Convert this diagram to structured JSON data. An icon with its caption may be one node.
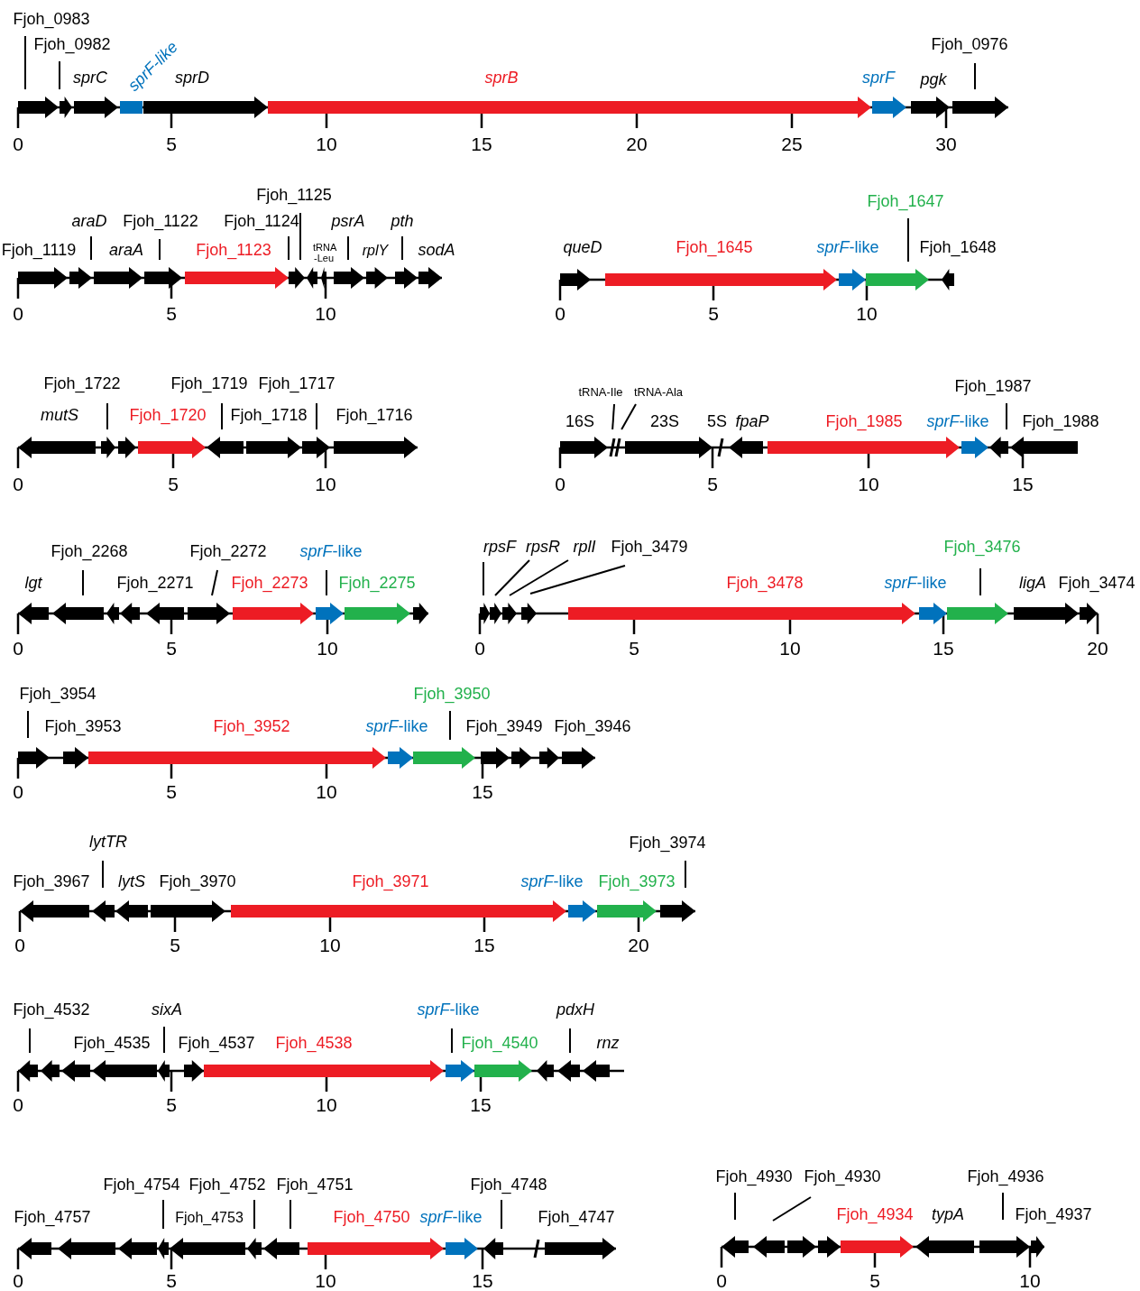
{
  "diagram": {
    "nodes": [
      {
        "text": [
          "Fjoh_0983"
        ]
      },
      {
        "text": [
          "Fjoh_0982"
        ]
      },
      {
        "text": [
          "Fjoh_0976"
        ]
      },
      {
        "text": [
          "Fjoh_1125"
        ]
      },
      {
        "text": [
          "araD"
        ]
      },
      {
        "text": [
          "Fjoh_1122"
        ]
      },
      {
        "text": [
          "Fjoh_1124"
        ]
      },
      {
        "text": [
          "psrA"
        ]
      },
      {
        "text": [
          "pth"
        ]
      },
      {
        "text": [
          "Fjoh_1647"
        ]
      },
      {
        "text": [
          "Fjoh_1722"
        ]
      },
      {
        "text": [
          "Fjoh_1719"
        ]
      },
      {
        "text": [
          "Fjoh_1717"
        ]
      },
      {
        "text": [
          "tRNA-Ile"
        ]
      },
      {
        "text": [
          "tRNA-Ala"
        ]
      },
      {
        "text": [
          "Fjoh_1987"
        ]
      },
      {
        "text": [
          "Fjoh_2268"
        ]
      },
      {
        "text": [
          "Fjoh_2272"
        ]
      },
      {
        "text": [
          "*sprF*-like"
        ]
      },
      {
        "text": [
          "rpsF"
        ]
      },
      {
        "text": [
          "rpsR"
        ]
      },
      {
        "text": [
          "rplI"
        ]
      },
      {
        "text": [
          "Fjoh_3479"
        ]
      },
      {
        "text": [
          "Fjoh_3476"
        ]
      },
      {
        "text": [
          "Fjoh_3954"
        ]
      },
      {
        "text": [
          "Fjoh_3950"
        ]
      },
      {
        "text": [
          "lytTR"
        ]
      },
      {
        "text": [
          "Fjoh_3974"
        ]
      },
      {
        "text": [
          "Fjoh_4532"
        ]
      },
      {
        "text": [
          "sixA"
        ]
      },
      {
        "text": [
          "*sprF*-like"
        ]
      },
      {
        "text": [
          "pdxH"
        ]
      },
      {
        "text": [
          "Fjoh_4754"
        ]
      },
      {
        "text": [
          "Fjoh_4752"
        ]
      },
      {
        "text": [
          "Fjoh_4751"
        ]
      },
      {
        "text": [
          "Fjoh_4748"
        ]
      },
      {
        "text": [
          "Fjoh_4930"
        ]
      },
      {
        "text": [
          "Fjoh_4930"
        ]
      },
      {
        "text": [
          "Fjoh_4936"
        ]
      }
    ],
    "edges": [
      {
        "from": 0,
        "to": null,
        "arrow": "none"
      },
      {
        "from": 1,
        "to": null,
        "arrow": "none"
      },
      {
        "from": 2,
        "to": null,
        "arrow": "none"
      },
      {
        "from": 3,
        "to": null,
        "arrow": "none"
      },
      {
        "from": 4,
        "to": null,
        "arrow": "none"
      },
      {
        "from": 5,
        "to": null,
        "arrow": "none"
      },
      {
        "from": 6,
        "to": null,
        "arrow": "none"
      },
      {
        "from": 7,
        "to": null,
        "arrow": "none"
      },
      {
        "from": 8,
        "to": null,
        "arrow": "none"
      },
      {
        "from": 9,
        "to": null,
        "arrow": "none"
      },
      {
        "from": 10,
        "to": null,
        "arrow": "none"
      },
      {
        "from": 11,
        "to": null,
        "arrow": "none"
      },
      {
        "from": 12,
        "to": null,
        "arrow": "none"
      },
      {
        "from": 13,
        "to": null,
        "arrow": "none"
      },
      {
        "from": 14,
        "to": null,
        "arrow": "none"
      },
      {
        "from": 15,
        "to": null,
        "arrow": "none"
      },
      {
        "from": 16,
        "to": null,
        "arrow": "none"
      },
      {
        "from": 17,
        "to": null,
        "arrow": "none"
      },
      {
        "from": 18,
        "to": null,
        "arrow": "none"
      },
      {
        "from": 19,
        "to": null,
        "arrow": "none"
      },
      {
        "from": 20,
        "to": null,
        "arrow": "none"
      },
      {
        "from": 21,
        "to": null,
        "arrow": "none"
      },
      {
        "from": 22,
        "to": null,
        "arrow": "none"
      },
      {
        "from": 23,
        "to": null,
        "arrow": "none"
      },
      {
        "from": 24,
        "to": null,
        "arrow": "none"
      },
      {
        "from": 25,
        "to": null,
        "arrow": "none"
      },
      {
        "from": 26,
        "to": null,
        "arrow": "none"
      },
      {
        "from": 27,
        "to": null,
        "arrow": "none"
      },
      {
        "from": 28,
        "to": null,
        "arrow": "none"
      },
      {
        "from": 29,
        "to": null,
        "arrow": "none"
      },
      {
        "from": 30,
        "to": null,
        "arrow": "none"
      },
      {
        "from": 31,
        "to": null,
        "arrow": "none"
      },
      {
        "from": 32,
        "to": null,
        "arrow": "none"
      },
      {
        "from": 33,
        "to": null,
        "arrow": "none"
      },
      {
        "from": 34,
        "to": null,
        "arrow": "none"
      },
      {
        "from": 35,
        "to": null,
        "arrow": "none"
      },
      {
        "from": 36,
        "to": null,
        "arrow": "none"
      },
      {
        "from": 37,
        "to": null,
        "arrow": "none"
      },
      {
        "from": 38,
        "to": null,
        "arrow": "none"
      }
    ],
    "labels": [
      "sprC",
      "sprF-like",
      "sprD",
      "sprB",
      "sprF",
      "pgk",
      "0",
      "5",
      "10",
      "15",
      "20",
      "25",
      "30",
      "Fjoh_1119",
      "araA",
      "Fjoh_1123",
      "tRNA -Leu",
      "rplY",
      "sodA",
      "0",
      "5",
      "10",
      "queD",
      "Fjoh_1645",
      "*sprF*-like",
      "Fjoh_1648",
      "0",
      "5",
      "10",
      "mutS",
      "Fjoh_1720",
      "Fjoh_1718",
      "Fjoh_1716",
      "0",
      "5",
      "10",
      "16S",
      "23S",
      "5S",
      "fpaP",
      "Fjoh_1985",
      "*sprF*-like",
      "Fjoh_1988",
      "0",
      "5",
      "10",
      "15",
      "lgt",
      "Fjoh_2271",
      "Fjoh_2273",
      "Fjoh_2275",
      "0",
      "5",
      "10",
      "Fjoh_3478",
      "*sprF*-like",
      "ligA",
      "Fjoh_3474",
      "0",
      "5",
      "10",
      "15",
      "20",
      "Fjoh_3953",
      "Fjoh_3952",
      "*sprF*-like",
      "Fjoh_3949",
      "Fjoh_3946",
      "0",
      "5",
      "10",
      "15",
      "Fjoh_3967",
      "lytS",
      "Fjoh_3970",
      "Fjoh_3971",
      "*sprF*-like",
      "Fjoh_3973",
      "0",
      "5",
      "10",
      "15",
      "20",
      "Fjoh_4535",
      "Fjoh_4537",
      "Fjoh_4538",
      "Fjoh_4540",
      "rnz",
      "0",
      "5",
      "10",
      "15",
      "Fjoh_4757",
      "Fjoh_4753",
      "Fjoh_4750",
      "*sprF*-like",
      "Fjoh_4747",
      "0",
      "5",
      "10",
      "15",
      "Fjoh_4934",
      "typA",
      "Fjoh_4937",
      "0",
      "5",
      "10"
    ]
  }
}
